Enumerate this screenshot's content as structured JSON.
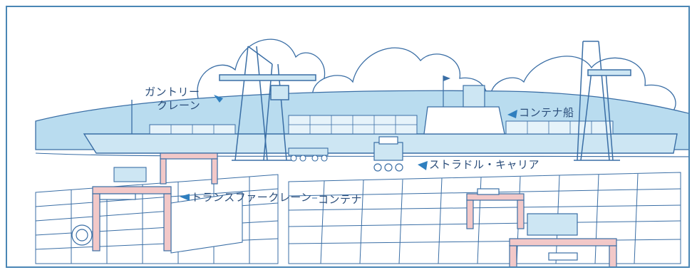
{
  "labels": {
    "gantry_line1": "ガントリー",
    "gantry_line2": "クレーン",
    "container_ship": "コンテナ船",
    "straddle_carrier": "ストラドル・キャリア",
    "transfer_crane": "トランスファークレーン",
    "container": "コンテナ"
  },
  "colors": {
    "frame": "#4a86b5",
    "line": "#3a6ea5",
    "water_fill": "#cde6f3",
    "hill_fill": "#b9dcef",
    "pink_crane": "#f2c8c8",
    "arrow": "#2f7fbf"
  }
}
